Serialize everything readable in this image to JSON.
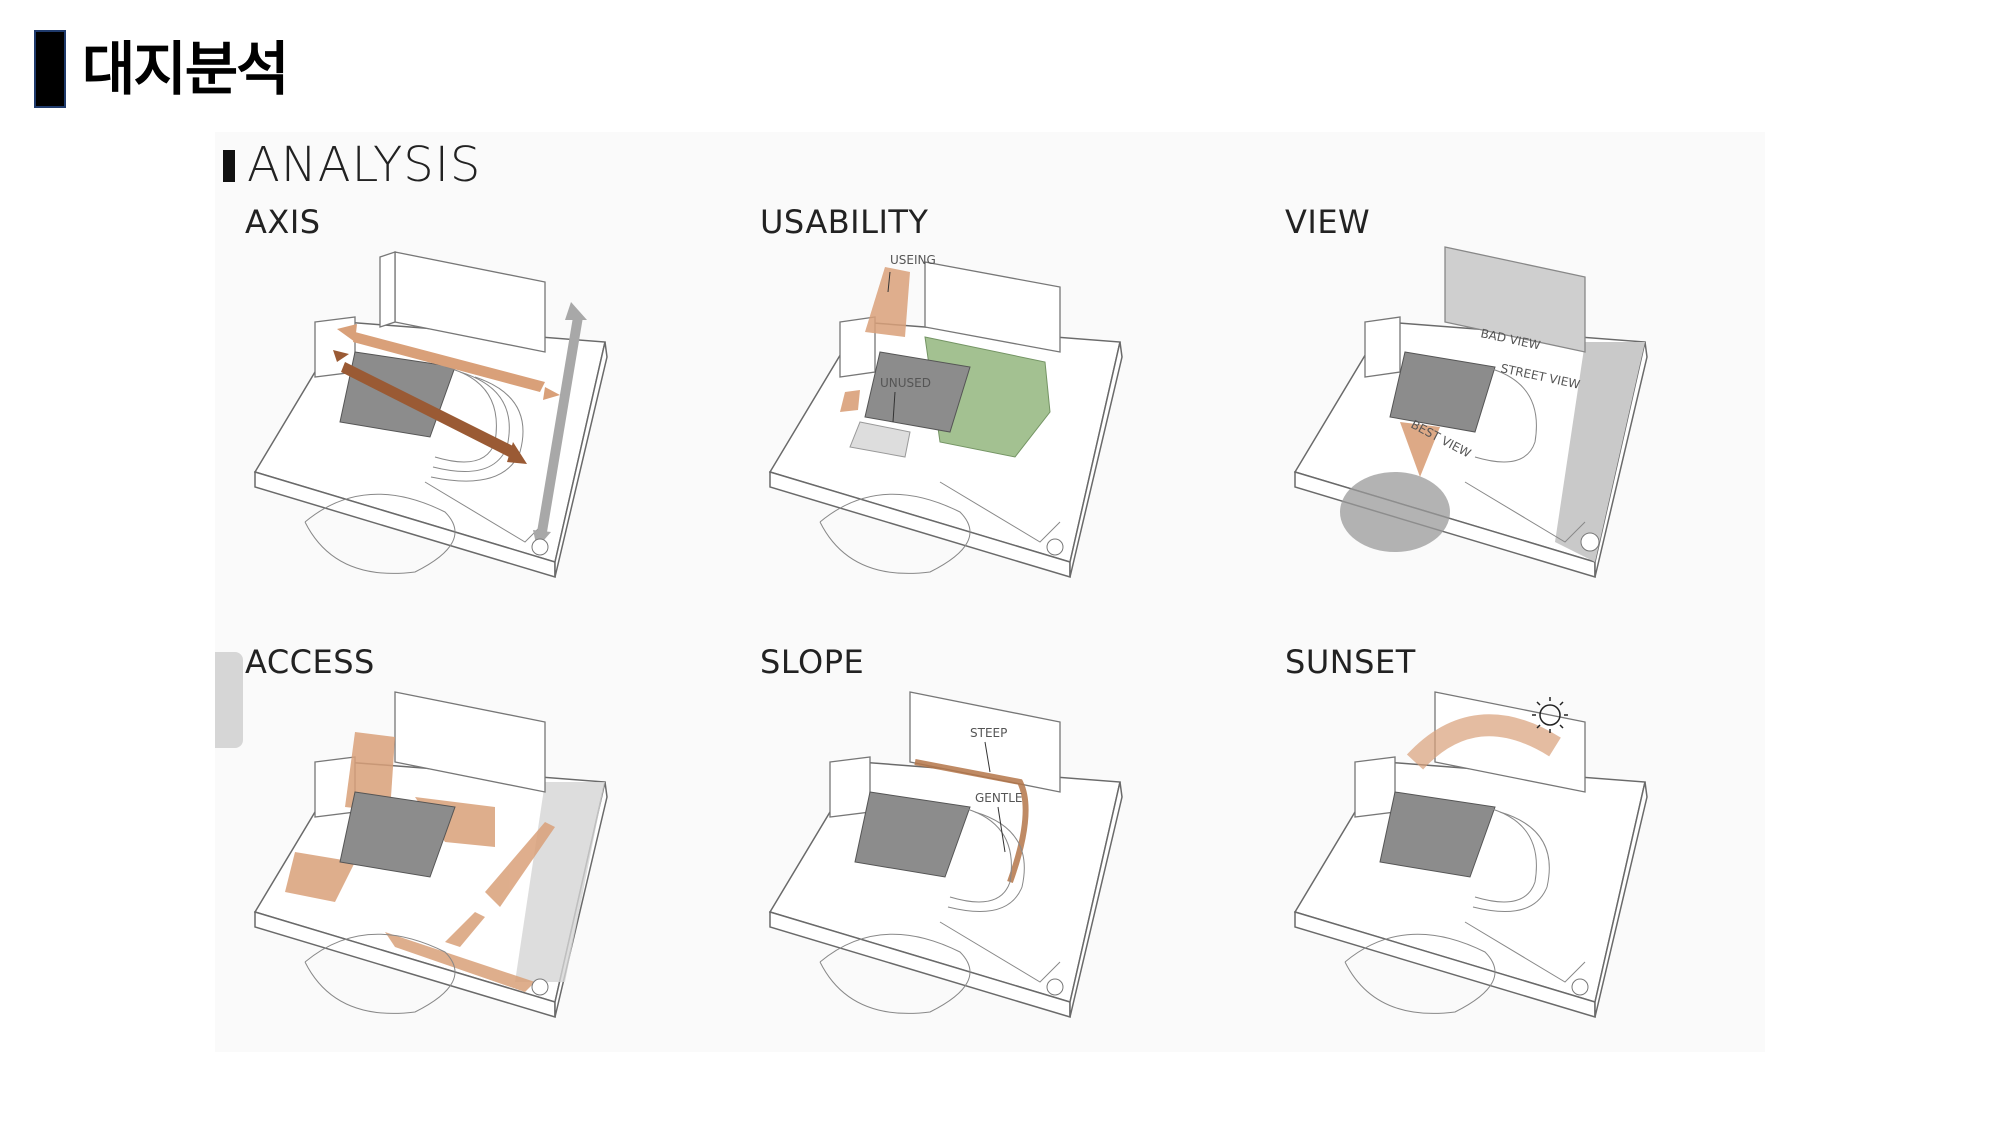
{
  "header": {
    "title": "대지분석"
  },
  "board": {
    "heading": "ANALYSIS"
  },
  "panels": [
    {
      "label": "AXIS"
    },
    {
      "label": "USABILITY",
      "annotations": {
        "useing": "USEING",
        "unused": "UNUSED"
      }
    },
    {
      "label": "VIEW",
      "annotations": {
        "bad_view": "BAD VIEW",
        "street_view": "STREET VIEW",
        "best_view": "BEST VIEW"
      }
    },
    {
      "label": "ACCESS"
    },
    {
      "label": "SLOPE",
      "annotations": {
        "steep": "STEEP",
        "gentle": "GENTLE"
      }
    },
    {
      "label": "SUNSET"
    }
  ],
  "colors": {
    "arrow_brown": "#9a5a34",
    "arrow_light": "#d9a079",
    "arrow_grey": "#a8a8a8",
    "usable_green": "#9fbe8c",
    "shadow_grey": "#c9c9c9",
    "line": "#6a6a6a"
  }
}
